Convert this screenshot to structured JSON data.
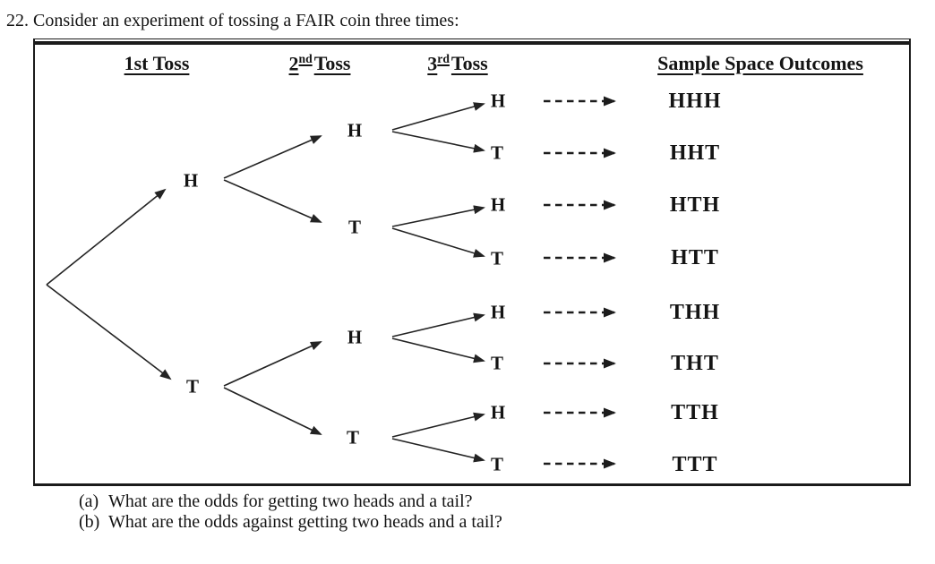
{
  "title": "22. Consider an experiment of tossing a FAIR coin three times:",
  "diagram": {
    "headers": {
      "col1": "1st Toss",
      "col2_num": "2",
      "col2_sup": "nd",
      "col2_word": "Toss",
      "col3_num": "3",
      "col3_sup": "rd",
      "col3_word": "Toss",
      "col4": "Sample Space Outcomes"
    },
    "level1": [
      "H",
      "T"
    ],
    "level2": [
      "H",
      "T",
      "H",
      "T"
    ],
    "level3": [
      "H",
      "T",
      "H",
      "T",
      "H",
      "T",
      "H",
      "T"
    ],
    "outcomes": [
      "HHH",
      "HHT",
      "HTH",
      "HTT",
      "THH",
      "THT",
      "TTH",
      "TTT"
    ]
  },
  "questions": [
    {
      "marker": "(a)",
      "text": "What are the odds for getting two heads and a tail?"
    },
    {
      "marker": "(b)",
      "text": "What are the odds against getting two heads and a tail?"
    }
  ],
  "colors": {
    "ink": "#141414",
    "line": "#232323"
  }
}
